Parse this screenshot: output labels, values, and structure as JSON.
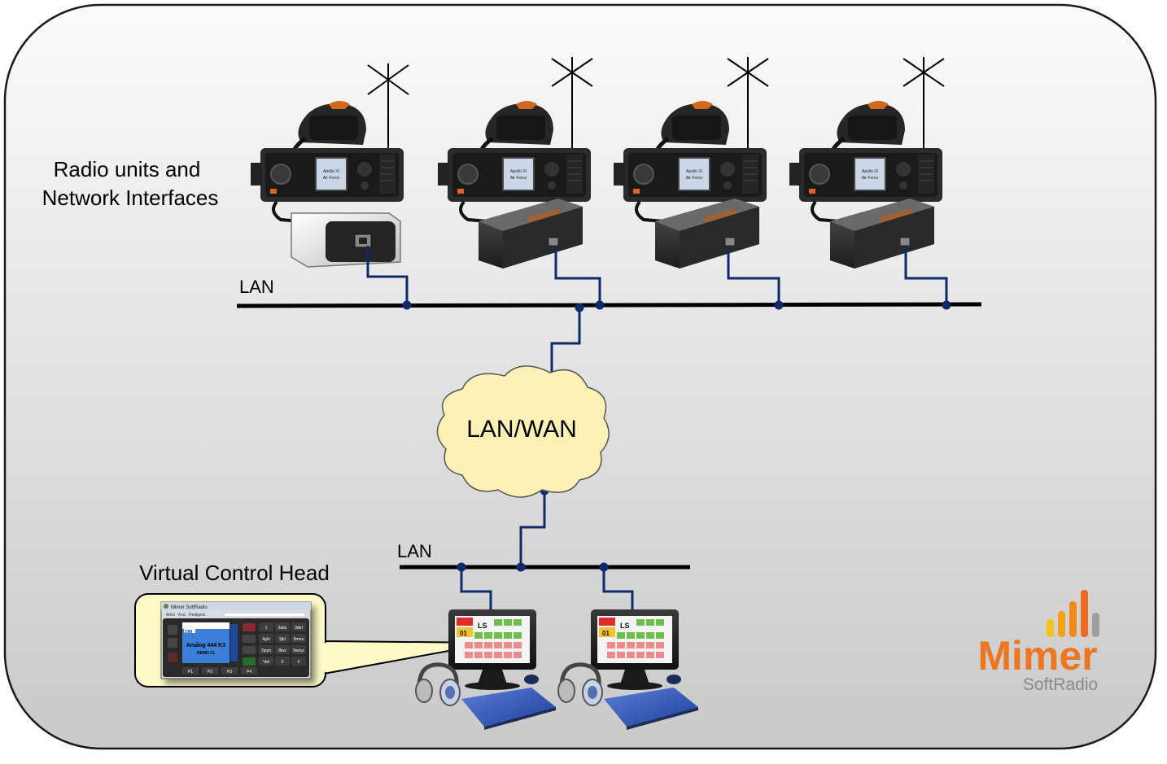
{
  "labels": {
    "radio_units": [
      "Radio units and",
      "Network Interfaces"
    ],
    "lan_top": "LAN",
    "lan_wan": "LAN/WAN",
    "lan_bottom": "LAN",
    "virtual_control_head": "Virtual Control Head"
  },
  "radios": [
    {
      "screen_line1": "Apollo XI",
      "screen_line2": "Air Force"
    },
    {
      "screen_line1": "Apollo XI",
      "screen_line2": "Air Force"
    },
    {
      "screen_line1": "Apollo XI",
      "screen_line2": "Air Force"
    },
    {
      "screen_line1": "Apollo XI",
      "screen_line2": "Air Force"
    }
  ],
  "softradio_window": {
    "title": "Mimer SoftRadio",
    "menu": [
      "Arkiv",
      "Visa",
      "Redigera"
    ],
    "display": {
      "mode": "DIM",
      "line1": "Analog 444 K3",
      "line2": "DEMO Z1"
    },
    "keypad": [
      "1",
      "2abc",
      "3def",
      "4ghi",
      "5jkl",
      "6mno",
      "7pqrs",
      "8tuv",
      "9wxyz",
      "*del",
      "0",
      "#"
    ],
    "function_keys": [
      "P1",
      "P2",
      "P3",
      "P4"
    ]
  },
  "workstation_screen": {
    "channel": "01",
    "status": "LS"
  },
  "logo": {
    "brand": "Mimer",
    "product": "SoftRadio",
    "bar_colors": [
      "#f7c21c",
      "#f5a316",
      "#f08a1a",
      "#ec6a1d",
      "#9e9e9e"
    ],
    "brand_color": "#ee7623"
  },
  "colors": {
    "wire": "#0d2a6b",
    "bus": "#000000",
    "cloud": "#fdf1b5",
    "callout": "#fdfac7"
  }
}
